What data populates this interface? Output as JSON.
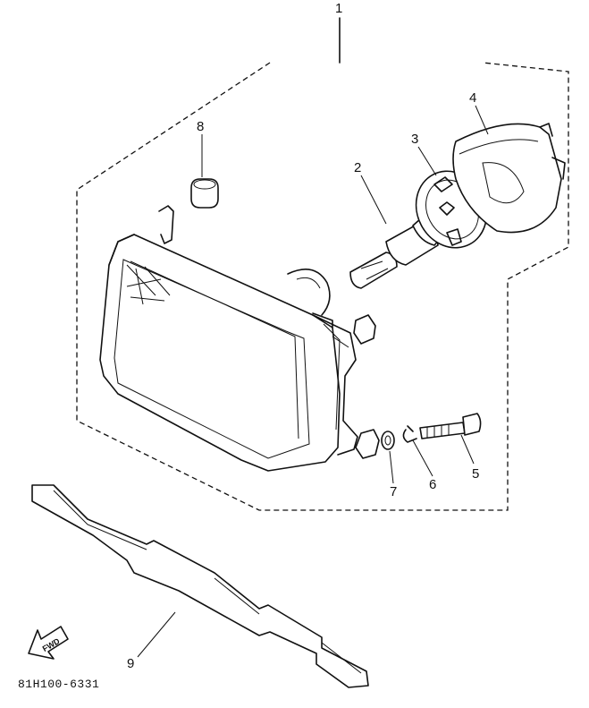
{
  "diagram": {
    "part_code": "81H100-6331",
    "assembly_label": "1",
    "fwd_label": "FWD",
    "callouts": [
      {
        "id": "callout-2",
        "label": "2"
      },
      {
        "id": "callout-3",
        "label": "3"
      },
      {
        "id": "callout-4",
        "label": "4"
      },
      {
        "id": "callout-5",
        "label": "5"
      },
      {
        "id": "callout-6",
        "label": "6"
      },
      {
        "id": "callout-7",
        "label": "7"
      },
      {
        "id": "callout-8",
        "label": "8"
      },
      {
        "id": "callout-9",
        "label": "9"
      }
    ]
  }
}
